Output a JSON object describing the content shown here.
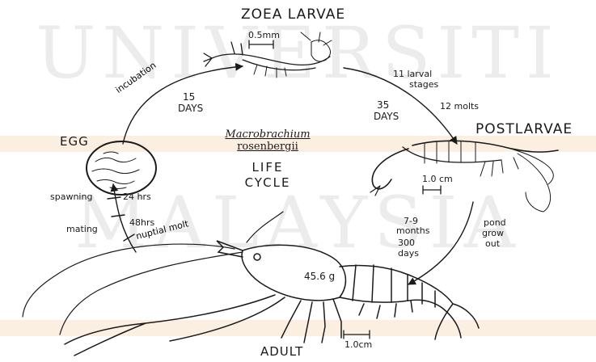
{
  "watermark": {
    "line1": "UNIVERSITI",
    "line2": "MALAYSIA"
  },
  "colors": {
    "band": "#fbefe2",
    "ink": "#1a1a1a",
    "watermark": "#ececec"
  },
  "stages": {
    "zoea": "ZOEA LARVAE",
    "postlarvae": "POSTLARVAE",
    "egg": "EGG",
    "adult": "ADULT"
  },
  "species": {
    "line1": "Macrobrachium",
    "line2": "rosenbergii"
  },
  "cycle_title": {
    "line1": "LIFE",
    "line2": "CYCLE"
  },
  "scales": {
    "zoea": "0.5mm",
    "postlarvae": "1.0 cm",
    "adult": "1.0cm"
  },
  "transitions": {
    "incubation": "incubation",
    "incubation_days_num": "15",
    "incubation_days": "DAYS",
    "larval_stages_1": "11 larval",
    "larval_stages_2": "stages",
    "larval_days_num": "35",
    "larval_days": "DAYS",
    "molts": "12 molts",
    "growout_months_1": "7-9",
    "growout_months_2": "months",
    "growout_days_1": "300",
    "growout_days_2": "days",
    "pond_1": "pond",
    "pond_2": "grow",
    "pond_3": "out",
    "spawning": "spawning",
    "spawning_time": "24 hrs",
    "mating": "mating",
    "mating_time": "48hrs",
    "nuptial": "nuptial molt"
  },
  "adult_weight": "45.6 g"
}
